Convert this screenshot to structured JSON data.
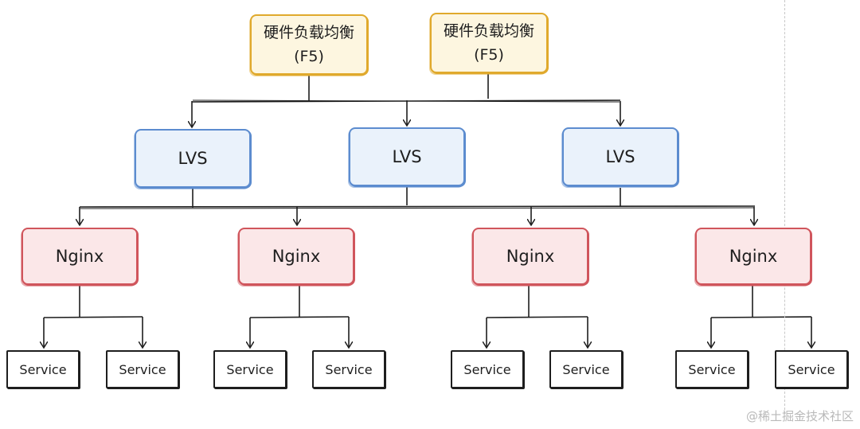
{
  "f5_nodes": [
    {
      "line1": "硬件负载均衡",
      "line2": "(F5)"
    },
    {
      "line1": "硬件负载均衡",
      "line2": "(F5)"
    }
  ],
  "lvs_nodes": [
    {
      "label": "LVS"
    },
    {
      "label": "LVS"
    },
    {
      "label": "LVS"
    }
  ],
  "nginx_nodes": [
    {
      "label": "Nginx"
    },
    {
      "label": "Nginx"
    },
    {
      "label": "Nginx"
    },
    {
      "label": "Nginx"
    }
  ],
  "service_nodes": [
    {
      "label": "Service"
    },
    {
      "label": "Service"
    },
    {
      "label": "Service"
    },
    {
      "label": "Service"
    },
    {
      "label": "Service"
    },
    {
      "label": "Service"
    },
    {
      "label": "Service"
    },
    {
      "label": "Service"
    }
  ],
  "watermark": "@稀土掘金技术社区",
  "colors": {
    "f5_border": "#e0a92c",
    "lvs_border": "#5c8ccf",
    "nginx_border": "#d0555c",
    "service_border": "#1e1e1e",
    "edge": "#1e1e1e"
  }
}
